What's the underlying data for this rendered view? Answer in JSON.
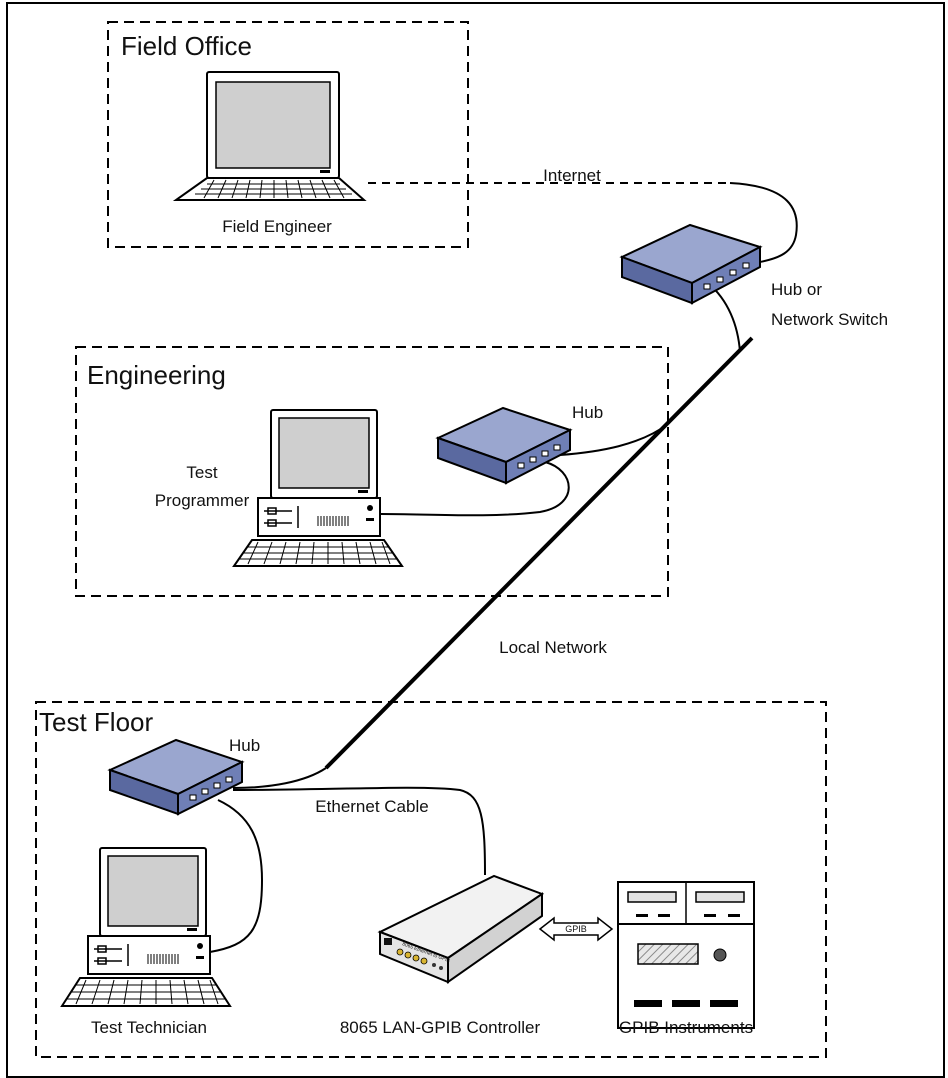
{
  "colors": {
    "device_top": "#9aa6cf",
    "device_front": "#6f7fb6",
    "device_side": "#5a69a0",
    "screen": "#cfcfcf",
    "line": "#000000",
    "controller_body": "#ececec",
    "controller_led": "#d9b531"
  },
  "zones": {
    "field_office": {
      "title": "Field Office"
    },
    "engineering": {
      "title": "Engineering"
    },
    "test_floor": {
      "title": "Test Floor"
    }
  },
  "devices": {
    "field_engineer": {
      "label": "Field Engineer",
      "icon": "laptop-icon"
    },
    "test_programmer": {
      "label_line1": "Test",
      "label_line2": "Programmer",
      "icon": "desktop-computer-icon"
    },
    "test_technician": {
      "label": "Test Technician",
      "icon": "desktop-computer-icon"
    },
    "main_switch": {
      "label_line1": "Hub or",
      "label_line2": "Network Switch",
      "icon": "network-switch-icon"
    },
    "engineering_hub": {
      "label": "Hub",
      "icon": "hub-icon"
    },
    "test_floor_hub": {
      "label": "Hub",
      "icon": "hub-icon"
    },
    "controller": {
      "label": "8065 LAN-GPIB Controller",
      "front_text": "8065 Ethernet to GPIB",
      "icon": "lan-gpib-controller-icon"
    },
    "instruments": {
      "label": "GPIB Instruments",
      "icon": "gpib-instrument-icon"
    }
  },
  "connections": {
    "internet": {
      "label": "Internet"
    },
    "local_network": {
      "label": "Local Network"
    },
    "ethernet_cable": {
      "label": "Ethernet Cable"
    },
    "gpib": {
      "label": "GPIB"
    }
  }
}
